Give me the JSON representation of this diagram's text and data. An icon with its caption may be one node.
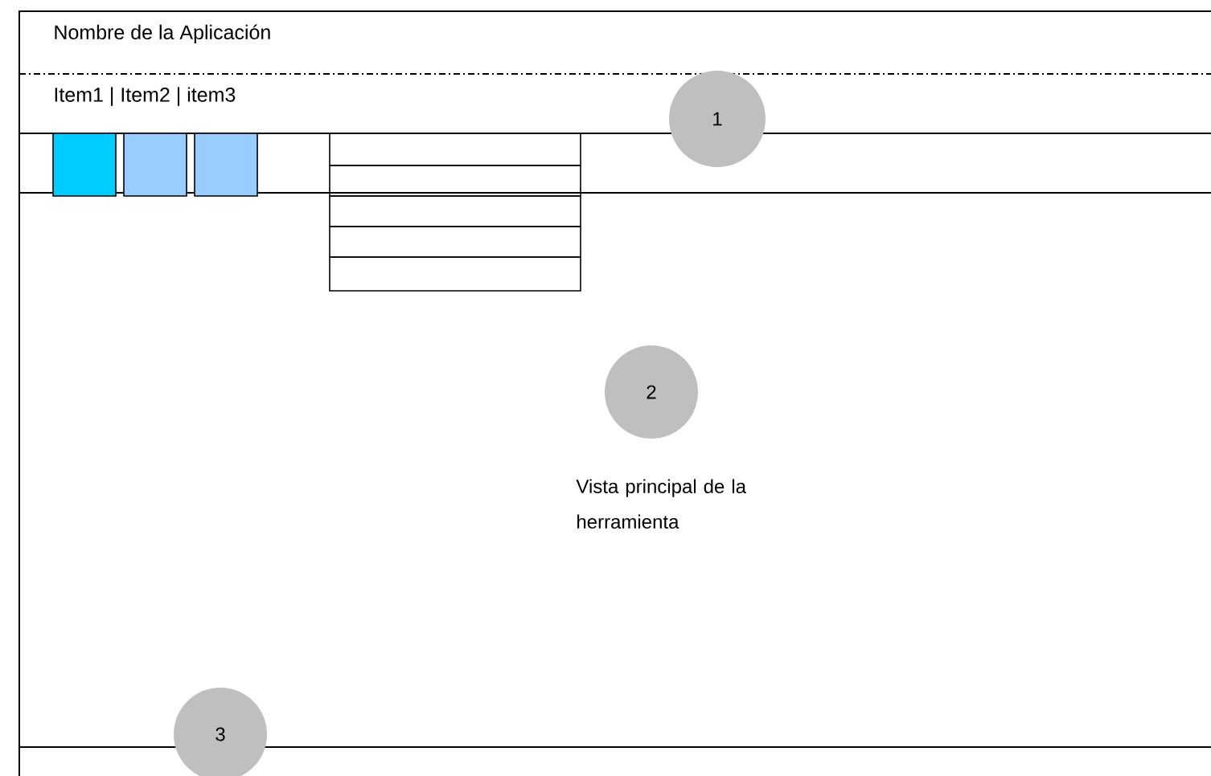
{
  "diagram": {
    "nodes": [
      {
        "text": [
          "1"
        ]
      },
      {
        "text": [
          "2"
        ]
      },
      {
        "text": [
          "3"
        ]
      }
    ],
    "labels": [
      "Nombre de la Aplicación",
      "Item1 | Item2 | item3",
      "Vista principal de la herramienta"
    ]
  }
}
